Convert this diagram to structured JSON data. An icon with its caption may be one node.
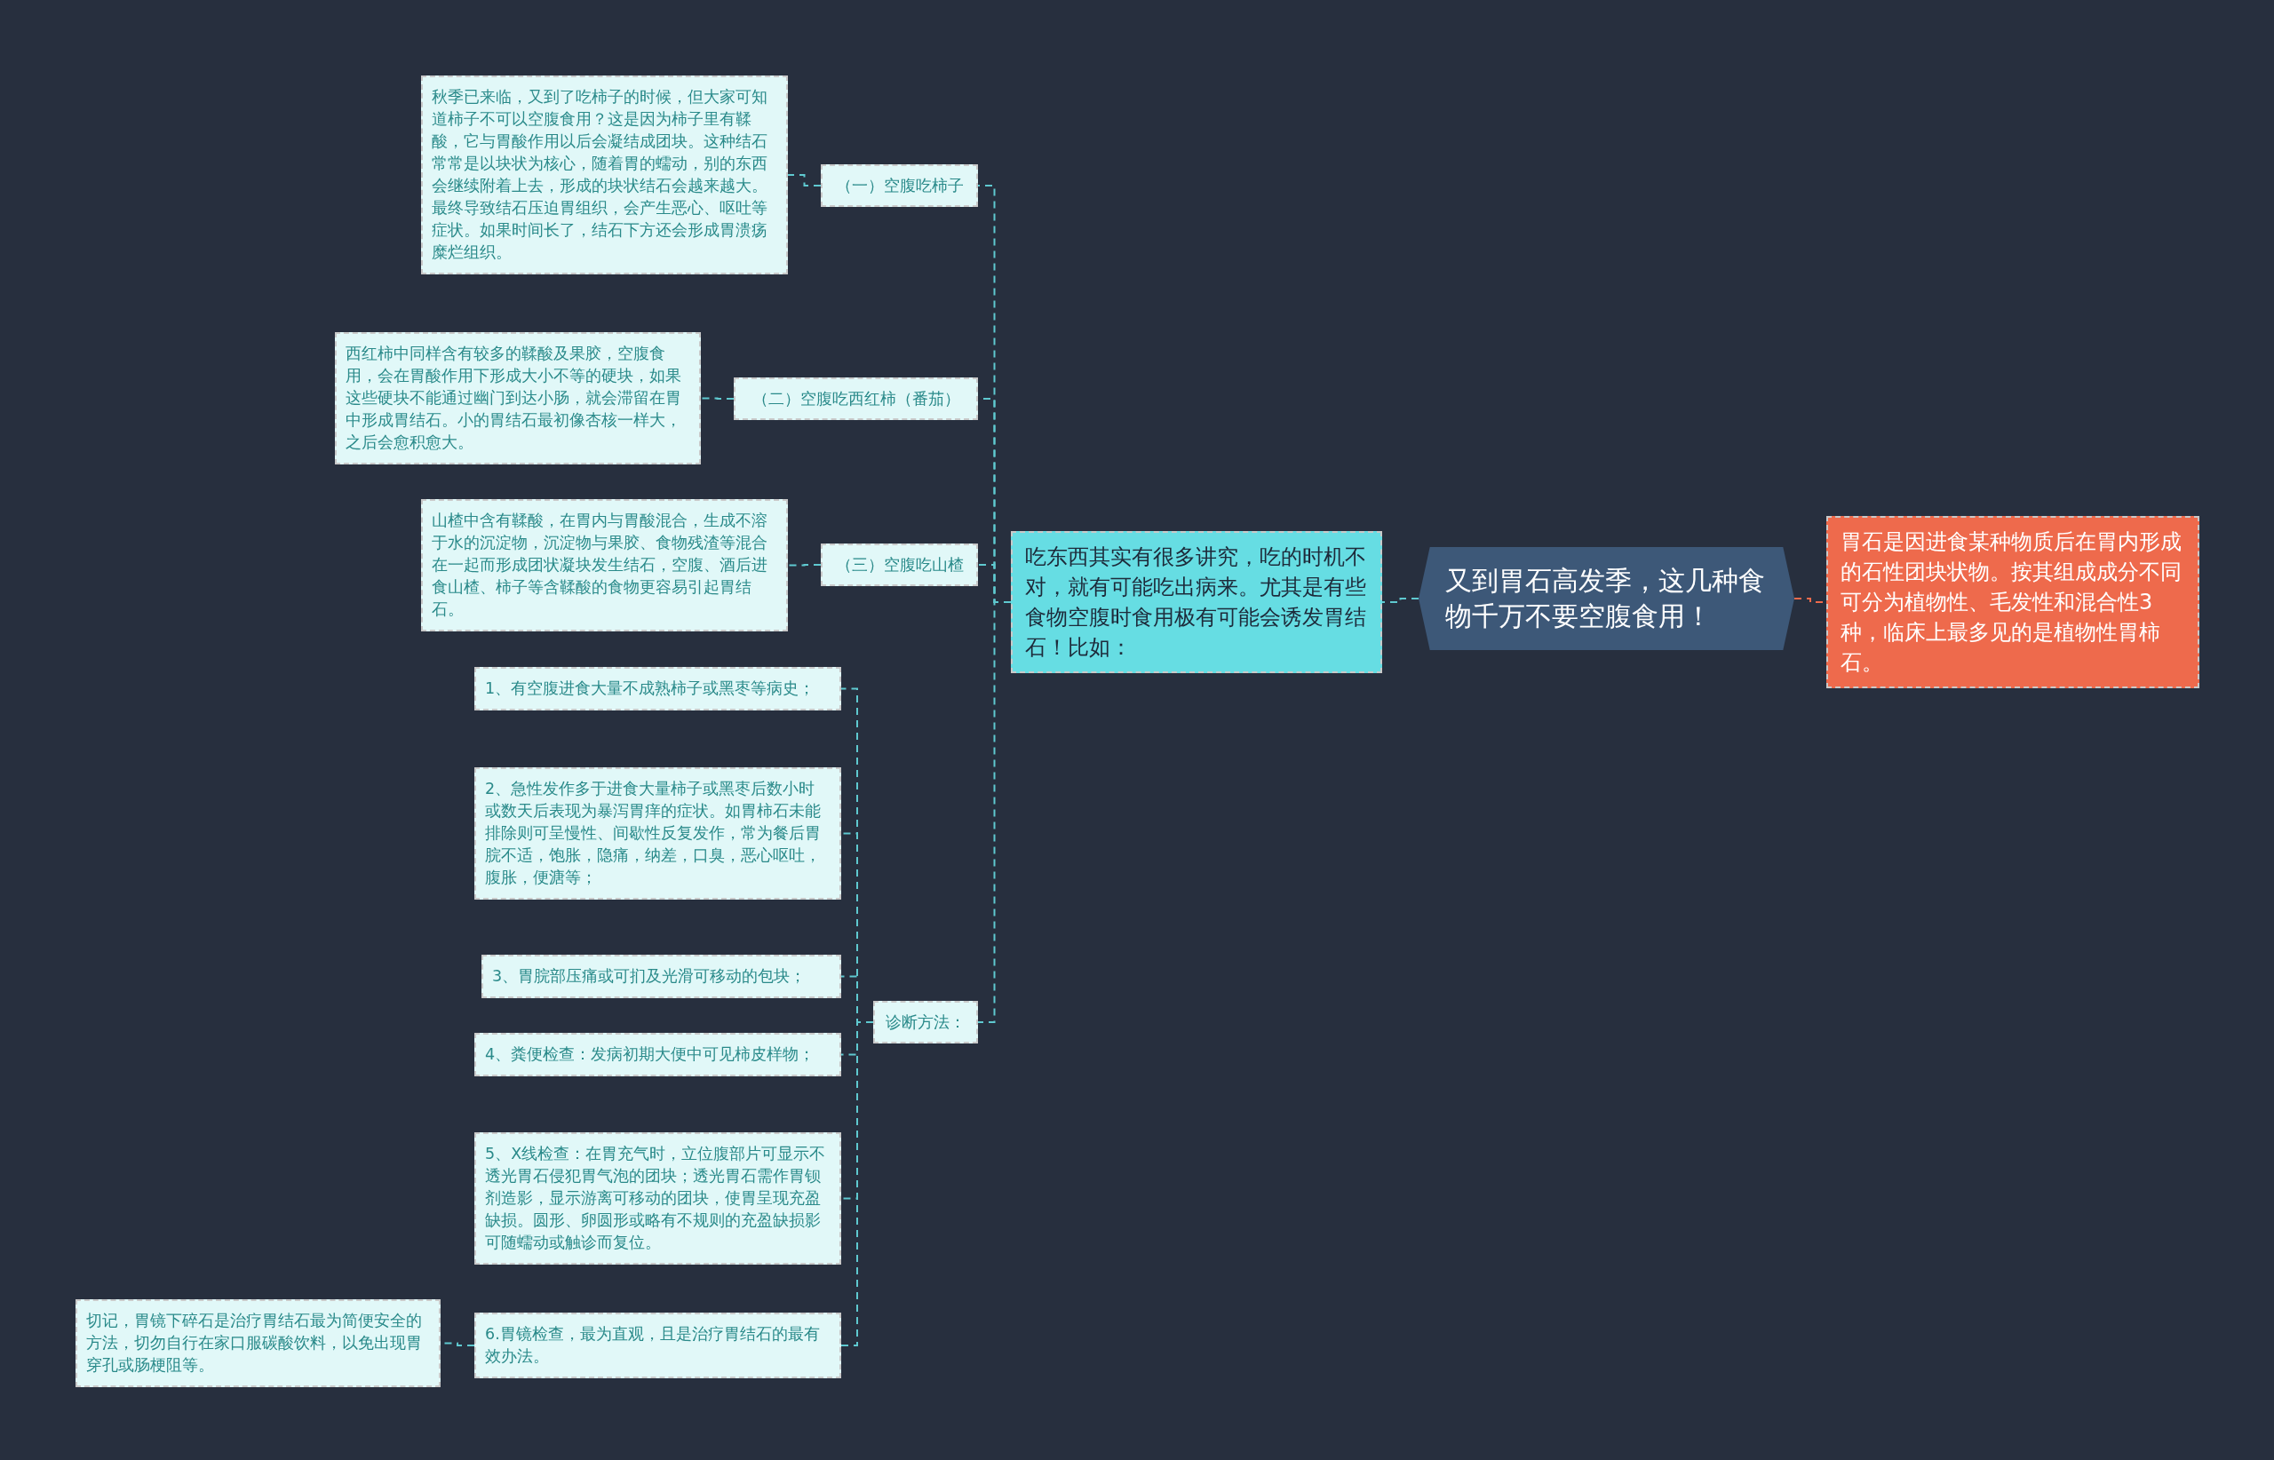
{
  "diagram": {
    "nodes": [
      {
        "text": [
          "又到胃石高发季，这几种食物千万不要空腹食用！"
        ]
      },
      {
        "text": [
          "胃石是因进食某种物质后在胃内形成的石性团块状物。按其组成成分不同可分为植物性、毛发性和混合性3种，临床上最多见的是植物性胃柿石。"
        ]
      },
      {
        "text": [
          "吃东西其实有很多讲究，吃的时机不对，就有可能吃出病来。尤其是有些食物空腹时食用极有可能会诱发胃结石！比如："
        ]
      },
      {
        "text": [
          "（一）空腹吃柿子"
        ]
      },
      {
        "text": [
          "秋季已来临，又到了吃柿子的时候，但大家可知道柿子不可以空腹食用？这是因为柿子里有鞣酸，它与胃酸作用以后会凝结成团块。这种结石常常是以块状为核心，随着胃的蠕动，别的东西会继续附着上去，形成的块状结石会越来越大。最终导致结石压迫胃组织，会产生恶心、呕吐等症状。如果时间长了，结石下方还会形成胃溃疡糜烂组织。"
        ]
      },
      {
        "text": [
          "（二）空腹吃西红柿（番茄）"
        ]
      },
      {
        "text": [
          "西红柿中同样含有较多的鞣酸及果胶，空腹食用，会在胃酸作用下形成大小不等的硬块，如果这些硬块不能通过幽门到达小肠，就会滞留在胃中形成胃结石。小的胃结石最初像杏核一样大，之后会愈积愈大。"
        ]
      },
      {
        "text": [
          "（三）空腹吃山楂"
        ]
      },
      {
        "text": [
          "山楂中含有鞣酸，在胃内与胃酸混合，生成不溶于水的沉淀物，沉淀物与果胶、食物残渣等混合在一起而形成团状凝块发生结石，空腹、酒后进食山楂、柿子等含鞣酸的食物更容易引起胃结石。"
        ]
      },
      {
        "text": [
          "诊断方法："
        ]
      },
      {
        "text": [
          "1、有空腹进食大量不成熟柿子或黑枣等病史；"
        ]
      },
      {
        "text": [
          "2、急性发作多于进食大量柿子或黑枣后数小时或数天后表现为暴泻胃痒的症状。如胃柿石未能排除则可呈慢性、间歇性反复发作，常为餐后胃脘不适，饱胀，隐痛，纳差，口臭，恶心呕吐，腹胀，便溏等；"
        ]
      },
      {
        "text": [
          "3、胃脘部压痛或可扪及光滑可移动的包块；"
        ]
      },
      {
        "text": [
          "4、粪便检查：发病初期大便中可见柿皮样物；"
        ]
      },
      {
        "text": [
          "5、X线检查：在胃充气时，立位腹部片可显示不透光胃石侵犯胃气泡的团块；透光胃石需作胃钡剂造影，显示游离可移动的团块，使胃呈现充盈缺损。圆形、卵圆形或略有不规则的充盈缺损影可随蠕动或触诊而复位。"
        ]
      },
      {
        "text": [
          "6.胃镜检查，最为直观，且是治疗胃结石的最有效办法。"
        ]
      },
      {
        "text": [
          "切记，胃镜下碎石是治疗胃结石最为简便安全的方法，切勿自行在家口服碳酸饮料，以免出现胃穿孔或肠梗阻等。"
        ]
      }
    ],
    "edges": [
      {
        "from": 0,
        "to": 1,
        "arrow": "none",
        "color": "#ee6a4c"
      },
      {
        "from": 0,
        "to": 2,
        "arrow": "none"
      },
      {
        "from": 2,
        "to": 3,
        "arrow": "none"
      },
      {
        "from": 2,
        "to": 5,
        "arrow": "none"
      },
      {
        "from": 2,
        "to": 7,
        "arrow": "none"
      },
      {
        "from": 2,
        "to": 9,
        "arrow": "none"
      },
      {
        "from": 3,
        "to": 4,
        "arrow": "none"
      },
      {
        "from": 5,
        "to": 6,
        "arrow": "none"
      },
      {
        "from": 7,
        "to": 8,
        "arrow": "none"
      },
      {
        "from": 9,
        "to": 10,
        "arrow": "none"
      },
      {
        "from": 9,
        "to": 11,
        "arrow": "none"
      },
      {
        "from": 9,
        "to": 12,
        "arrow": "none"
      },
      {
        "from": 9,
        "to": 13,
        "arrow": "none"
      },
      {
        "from": 9,
        "to": 14,
        "arrow": "none"
      },
      {
        "from": 9,
        "to": 15,
        "arrow": "none"
      },
      {
        "from": 15,
        "to": 16,
        "arrow": "none"
      }
    ]
  }
}
